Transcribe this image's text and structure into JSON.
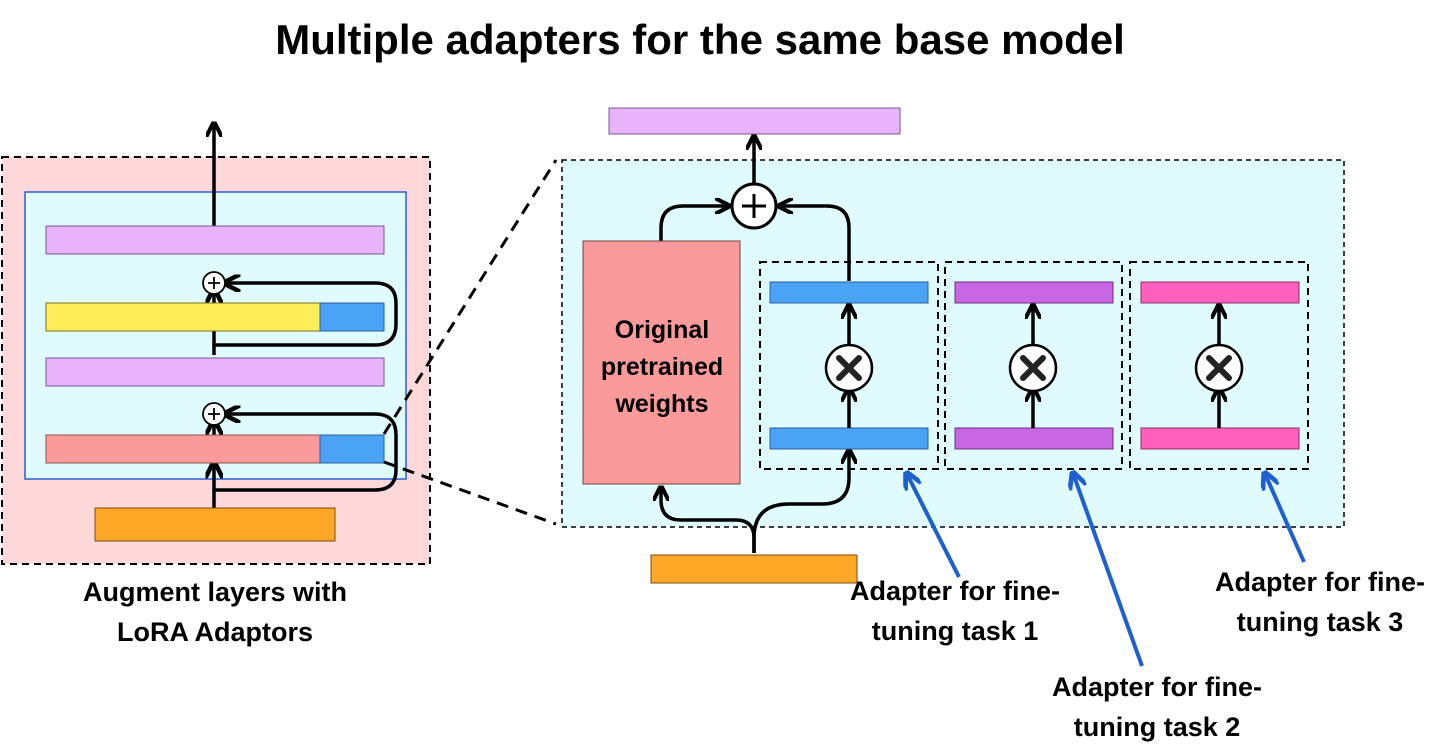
{
  "title": "Multiple adapters for the same base model",
  "left_caption": [
    "Augment layers with",
    "LoRA Adaptors"
  ],
  "pretrained_label": [
    "Original",
    "pretrained",
    "weights"
  ],
  "adapters": [
    {
      "label": [
        "Adapter for fine-",
        "tuning task 1"
      ],
      "color": "#4aa3f5"
    },
    {
      "label": [
        "Adapter for fine-",
        "tuning task 2"
      ],
      "color": "#c966e3"
    },
    {
      "label": [
        "Adapter for fine-",
        "tuning task 3"
      ],
      "color": "#ff5fbd"
    }
  ],
  "colors": {
    "output_layer": "#e8b3fa",
    "input_layer": "#ffa726",
    "pretrained": "#fb9a9a",
    "yellow_layer": "#ffee58",
    "panel_left": "#ffd9d9",
    "panel_cyan": "#dffbfd",
    "pointer_arrow": "#1f5fce"
  }
}
